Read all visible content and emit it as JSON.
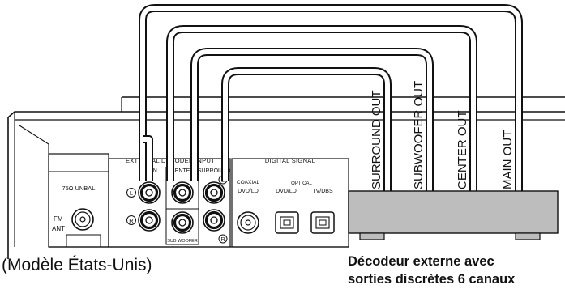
{
  "receiver": {
    "external_decoder_input_label": "EXTERNAL DECODER INPUT",
    "main_label": "MAIN",
    "center_label": "CENTER",
    "surround_label": "SURROUND",
    "sub_woofer_label": "SUB WOOFER",
    "left_marker": "L",
    "right_marker": "R",
    "digital_signal_label": "DIGITAL SIGNAL",
    "coaxial_label": "COAXIAL",
    "coaxial_sub_label": "DVD/LD",
    "optical_label": "OPTICAL",
    "optical_dvd_label": "DVD/LD",
    "optical_tv_label": "TV/DBS",
    "antenna_label": "75Ω UNBAL.",
    "fm_label": "FM",
    "ant_label": "ANT"
  },
  "decoder": {
    "outputs": [
      "SURROUND OUT",
      "SUBWOOFER OUT",
      "CENTER OUT",
      "MAIN OUT"
    ]
  },
  "captions": {
    "model": "(Modèle États-Unis)",
    "decoder_line1": "Décodeur externe avec",
    "decoder_line2": "sorties discrètes 6 canaux"
  }
}
